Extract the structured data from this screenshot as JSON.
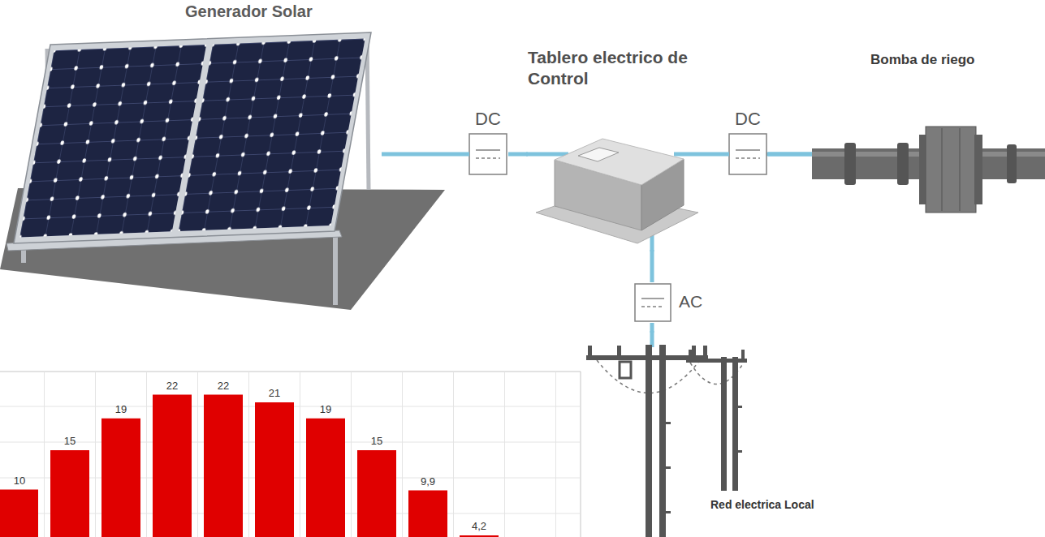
{
  "diagram": {
    "nodes": [
      {
        "text": [
          "Generador Solar"
        ]
      },
      {
        "text": [
          "DC"
        ]
      },
      {
        "text": [
          "Tablero electrico de Control"
        ]
      },
      {
        "text": [
          "DC"
        ]
      },
      {
        "text": [
          "Bomba de riego"
        ]
      },
      {
        "text": [
          "AC"
        ]
      },
      {
        "text": [
          "Red electrica Local"
        ]
      }
    ],
    "edges": [
      {
        "from": 0,
        "to": 1,
        "arrow": "none"
      },
      {
        "from": 1,
        "to": 2,
        "arrow": "none"
      },
      {
        "from": 2,
        "to": 3,
        "arrow": "none"
      },
      {
        "from": 3,
        "to": 4,
        "arrow": "none"
      },
      {
        "from": 2,
        "to": 5,
        "arrow": "none"
      },
      {
        "from": 5,
        "to": 6,
        "arrow": "none"
      }
    ],
    "labels": [
      "10",
      "15",
      "19",
      "22",
      "22",
      "21",
      "19",
      "15",
      "9,9",
      "4,2"
    ]
  }
}
